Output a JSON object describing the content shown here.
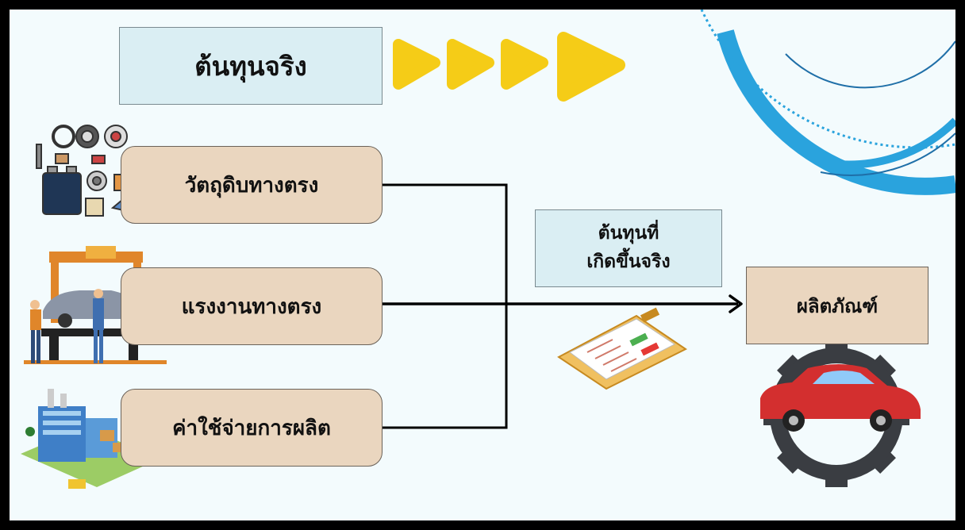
{
  "title": "ต้นทุนจริง",
  "inputs": [
    {
      "label": "วัตถุดิบทางตรง",
      "icon": "car-parts-icon"
    },
    {
      "label": "แรงงานทางตรง",
      "icon": "assembly-line-workers-icon"
    },
    {
      "label": "ค่าใช้จ่ายการผลิต",
      "icon": "factory-icon"
    }
  ],
  "actual_cost": {
    "line1": "ต้นทุนที่",
    "line2": "เกิดขึ้นจริง"
  },
  "product": "ผลิตภัณฑ์",
  "colors": {
    "background": "#f3fbfd",
    "title_fill": "#daeef3",
    "input_fill": "#ead6bf",
    "arrow_yellow": "#f5cc17",
    "arc_blue": "#2aa3dd",
    "frame": "#000000"
  }
}
